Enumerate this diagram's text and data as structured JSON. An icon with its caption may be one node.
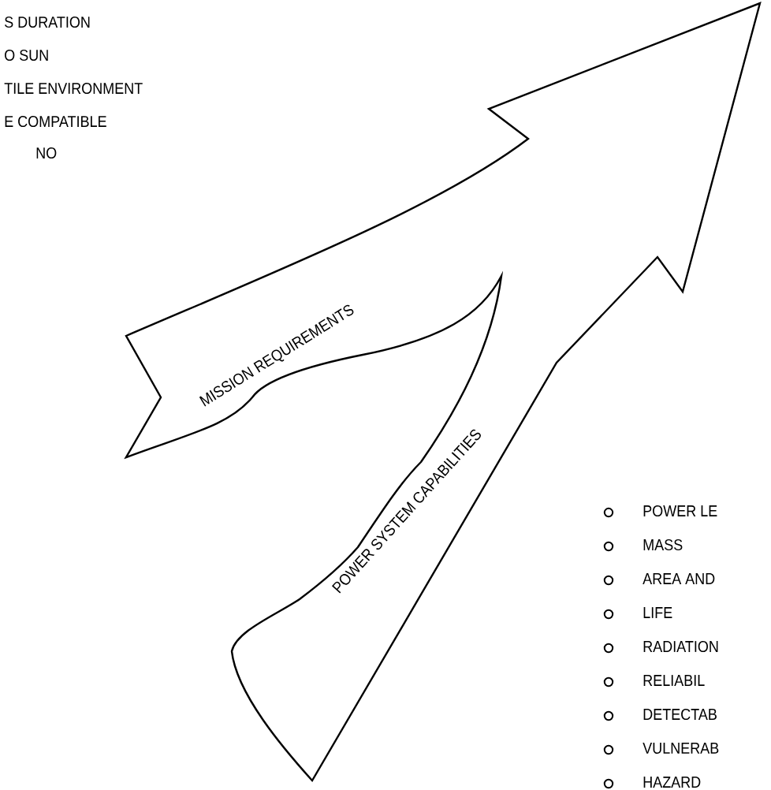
{
  "diagram": {
    "nodes": [
      {
        "text": [
          "MISSION REQUIREMENTS"
        ]
      },
      {
        "text": [
          "POWER SYSTEM CAPABILITIES"
        ]
      }
    ],
    "labels": [
      "S DURATION",
      "O SUN",
      "TILE ENVIRONMENT",
      "E COMPATIBLE",
      "NO",
      "POWER LE",
      "MASS",
      "AREA AND",
      "LIFE",
      "RADIATION",
      "RELIABIL",
      "DETECTAB",
      "VULNERAB",
      "HAZARD"
    ]
  }
}
